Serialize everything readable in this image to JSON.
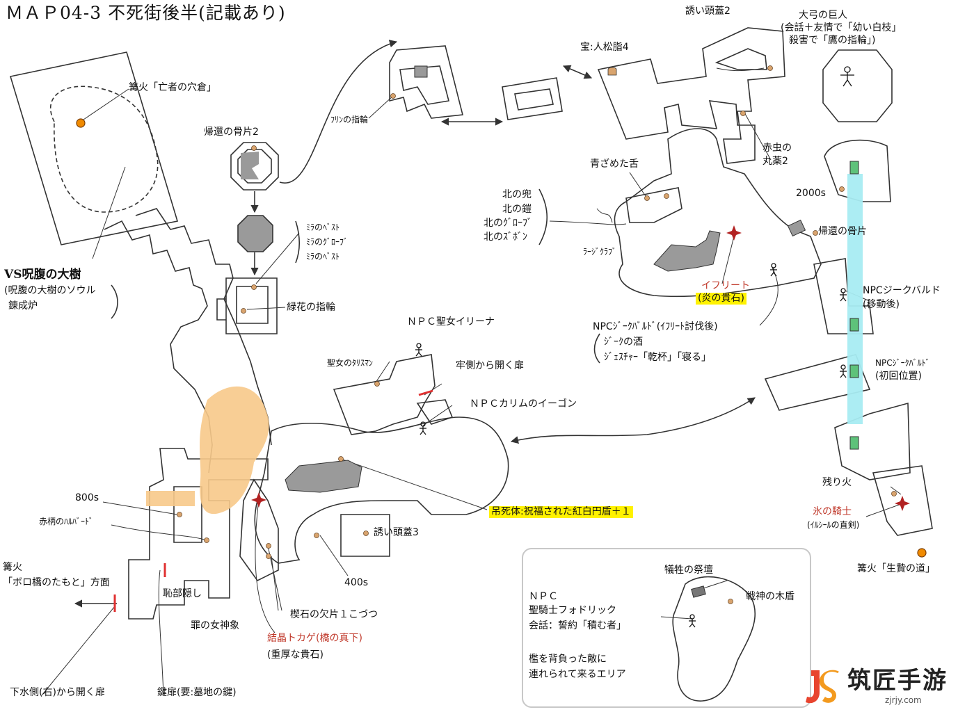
{
  "title": "ＭＡＰ04-3 不死街後半(記載あり)",
  "colors": {
    "line": "#333333",
    "wall_fill": "#9a9a9a",
    "water_highlight": "#f7c98a",
    "elevator_shaft": "#a8ecf2",
    "item_marker": "#d9a46e",
    "bonfire": "#f08a00",
    "enemy_marker": "#b22222",
    "door_marker": "#e03030",
    "npc_box": "#5ec27a",
    "highlight": "#fff200",
    "panel_border": "#c8c8c8"
  },
  "labels": {
    "bonfire_ossuary": "篝火「亡者の穴倉」",
    "boss": "VS呪腹の大樹",
    "boss_drop1": "(呪腹の大樹のソウル",
    "boss_drop2": "錬成炉",
    "homeward_bone2": "帰還の骨片2",
    "mira_1": "ﾐﾗのﾍﾞｽﾄ",
    "mira_2": "ﾐﾗのｸﾞﾛｰﾌﾞ",
    "mira_3": "ﾐﾗのﾍﾞｽﾄ",
    "green_blossom_ring": "緑花の指輪",
    "flynn_ring": "ﾌﾘﾝの指輪",
    "treasure_pine_resin": "宝:人松脂4",
    "lure_skull_top": "誘い頭蓋2",
    "giant_line1": "大弓の巨人",
    "giant_line2": "(会話＋友情で「幼い白枝」",
    "giant_line3": "殺害で「鷹の指輪」)",
    "pale_tongue": "青ざめた舌",
    "red_bug_line1": "赤虫の",
    "red_bug_line2": "丸薬2",
    "north_1": "北の兜",
    "north_2": "北の鎧",
    "north_3": "北のｸﾞﾛｰﾌﾞ",
    "north_4": "北のｽﾞﾎﾞﾝ",
    "large_club": "ﾗｰｼﾞｸﾗﾌﾞ",
    "ifrit": "イフリート",
    "ifrit_drop": "(炎の貴石)",
    "souls_2000": "2000s",
    "homeward_bone": "帰還の骨片",
    "npc_siegward_moved1": "NPCジークバルド",
    "npc_siegward_moved2": "(移動後)",
    "npc_siegward_ifrit": "NPCｼﾞｰｸﾊﾞﾙﾄﾞ(ｲﾌﾘｰﾄ討伐後)",
    "siegbrau": "ｼﾞｰｸの酒",
    "gesture": "ｼﾞｪｽﾁｬｰ「乾杯」「寝る」",
    "npc_siegward_initial1": "NPCｼﾞｰｸﾊﾞﾙﾄﾞ",
    "npc_siegward_initial2": "(初回位置)",
    "npc_irina": "ＮＰＣ聖女イリーナ",
    "saint_talisman": "聖女のﾀﾘｽﾏﾝ",
    "door_from_cell": "牢側から開く扉",
    "npc_cornyx": "ＮＰＣカリムのイーゴン",
    "hanging_corpse": "吊死体:祝福された紅白円盾＋１",
    "ember": "残り火",
    "ice_knight": "氷の騎士",
    "ice_knight_drop": "(ｲﾙｼｰﾙの直剣)",
    "bonfire_sacrifice": "篝火「生贄の道」",
    "souls_800": "800s",
    "red_halberd": "赤柄のﾊﾙﾊﾞｰﾄﾞ",
    "lure_skull_3": "誘い頭蓋3",
    "souls_400": "400s",
    "bonfire_dilapidated1": "篝火",
    "bonfire_dilapidated2": "「ボロ橋のたもと」方面",
    "shame_hidden": "恥部隠し",
    "wedge_shard": "楔石の欠片１こづつ",
    "goddess_statue": "罪の女神象",
    "crystal_lizard": "結晶トカゲ(橋の真下)",
    "heavy_gem": "(重厚な貴石)",
    "sewer_door": "下水側(右)から開く扉",
    "key_door": "鍵扉(要:墓地の鍵)",
    "altar": "犠牲の祭壇",
    "war_god_shield": "戦神の木盾",
    "npc_knight1": "ＮＰＣ",
    "npc_knight2": "聖騎士フォドリック",
    "npc_knight3": "会話：誓約「積む者」",
    "cage_note1": "檻を背負った敵に",
    "cage_note2": "連れられて来るエリア",
    "logo_text": "筑匠手游",
    "logo_url": "zjrjy.com"
  }
}
